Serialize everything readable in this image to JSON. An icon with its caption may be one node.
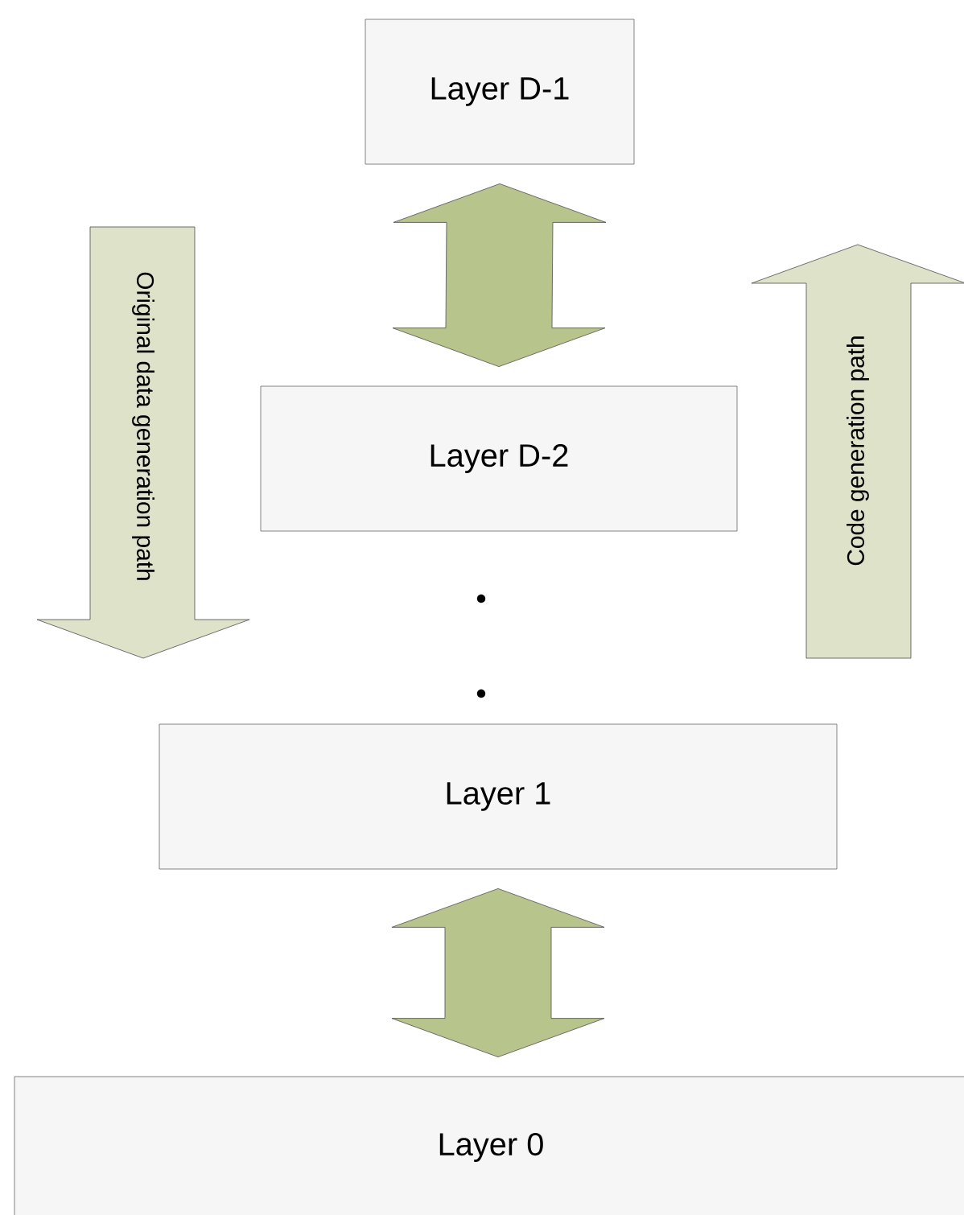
{
  "diagram": {
    "nodes": [
      {
        "text": [
          "Layer D-1"
        ]
      },
      {
        "text": [
          "Layer D-2"
        ]
      },
      {
        "text": [
          "Layer 1"
        ]
      },
      {
        "text": [
          "Layer 0"
        ]
      }
    ],
    "edges": [
      {
        "from": 0,
        "to": 1,
        "arrow": "both"
      },
      {
        "from": 2,
        "to": 3,
        "arrow": "both"
      }
    ],
    "labels": [
      "Original data generation path",
      "Code generation path"
    ]
  }
}
